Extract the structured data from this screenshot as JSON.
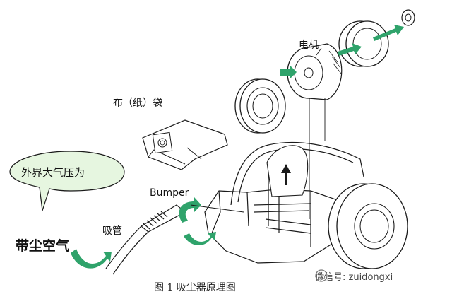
{
  "labels": {
    "motor": "电机",
    "cloth_bag": "布（纸）袋",
    "bumper": "Bumper",
    "suction_tube": "吸管",
    "atmosphere": "外界大气压为",
    "dusty_air": "带尘空气"
  },
  "caption": "图 1  吸尘器原理图",
  "watermark": {
    "text": "微信号: zuidongxi",
    "icon": "wechat-icon"
  },
  "colors": {
    "arrow_green": "#2fa36b",
    "bubble_fill": "#e6f6e0",
    "line": "#1a1a1a"
  }
}
